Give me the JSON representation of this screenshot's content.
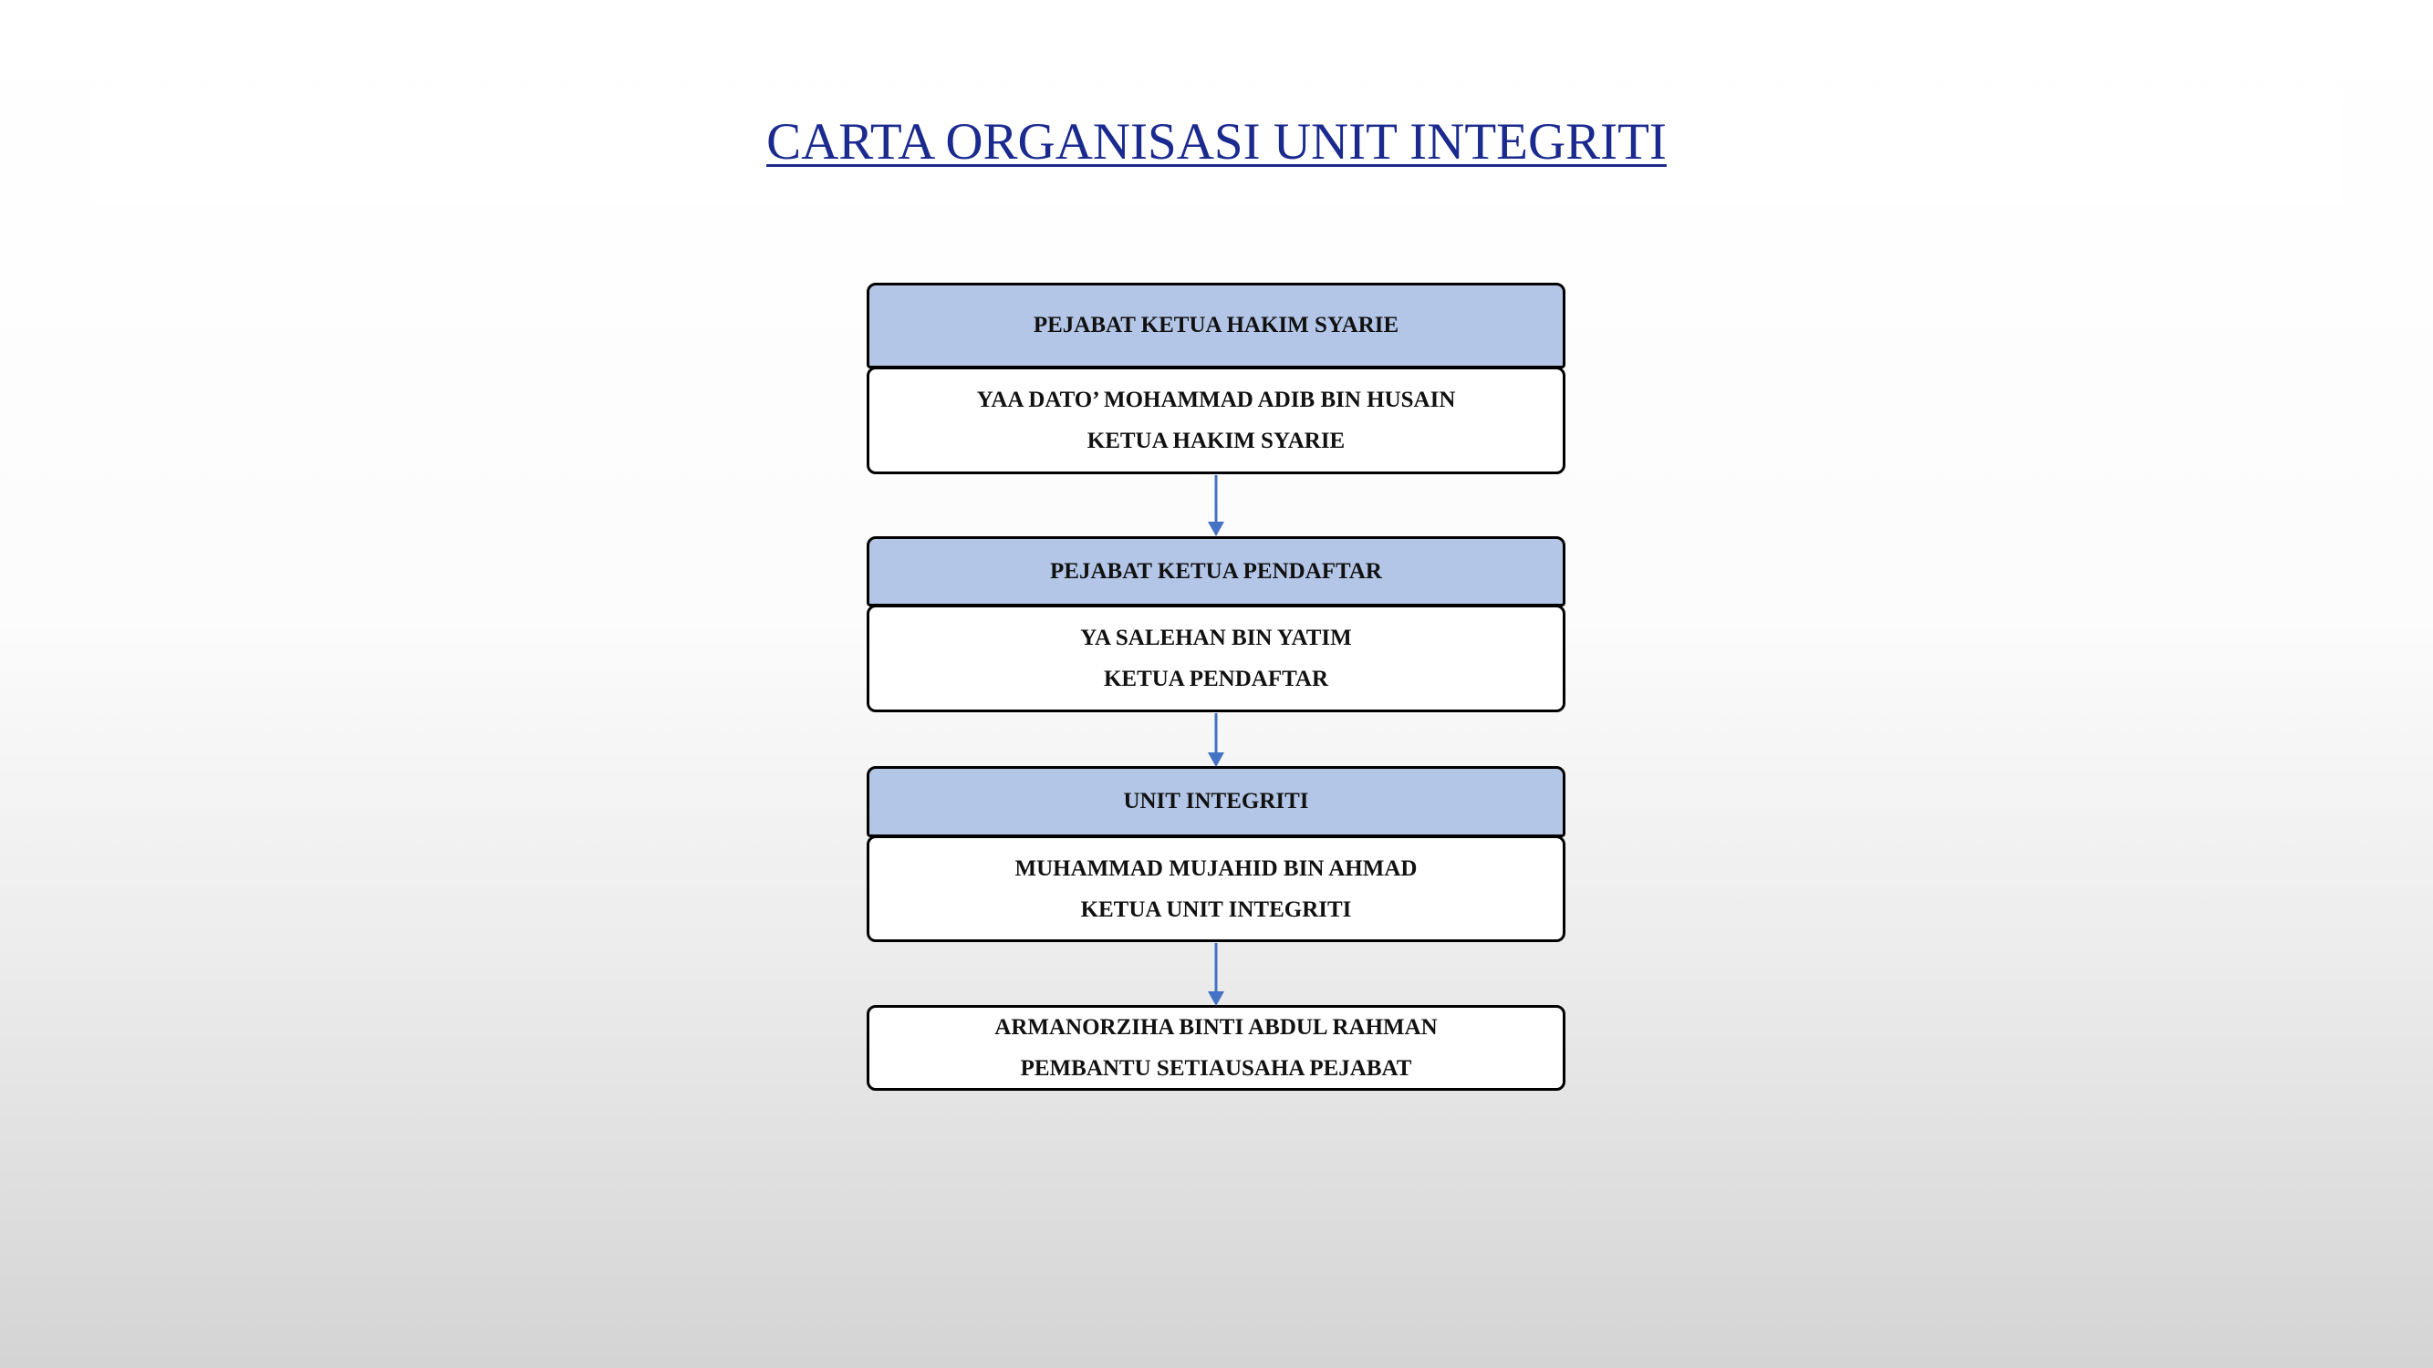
{
  "title": "CARTA ORGANISASI UNIT INTEGRITI",
  "colors": {
    "title": "#1a2a8f",
    "header_fill": "#b4c6e7",
    "connector": "#4472c4",
    "box_border": "#000000"
  },
  "chart": {
    "levels": [
      {
        "header": "PEJABAT KETUA HAKIM SYARIE",
        "name": "YAA DATO’ MOHAMMAD ADIB BIN HUSAIN",
        "role": "KETUA HAKIM SYARIE"
      },
      {
        "header": "PEJABAT KETUA PENDAFTAR",
        "name": "YA SALEHAN BIN YATIM",
        "role": "KETUA PENDAFTAR"
      },
      {
        "header": "UNIT INTEGRITI",
        "name": "MUHAMMAD MUJAHID BIN AHMAD",
        "role": "KETUA UNIT INTEGRITI"
      },
      {
        "name": "ARMANORZIHA BINTI ABDUL RAHMAN",
        "role": "PEMBANTU SETIAUSAHA PEJABAT"
      }
    ]
  }
}
